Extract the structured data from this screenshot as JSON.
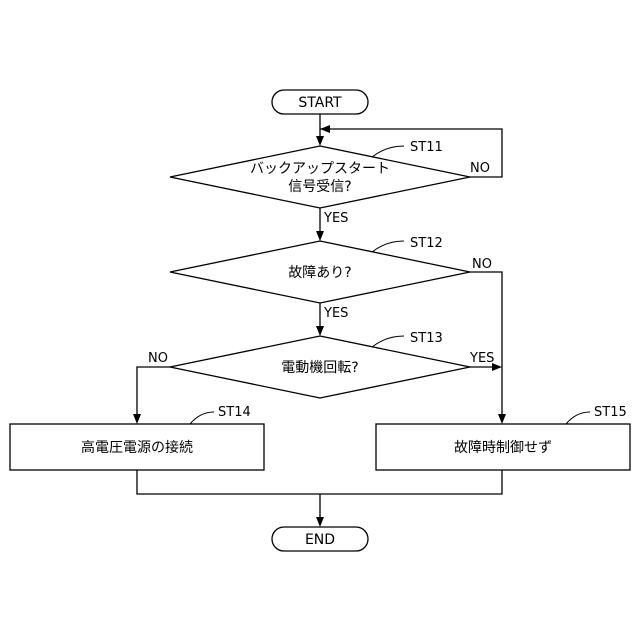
{
  "nodes": {
    "start": "START",
    "st11_line1": "バックアップスタート",
    "st11_line2": "信号受信?",
    "st12": "故障あり?",
    "st13": "電動機回転?",
    "st14": "高電圧電源の接続",
    "st15": "故障時制御せず",
    "end": "END"
  },
  "step_labels": {
    "st11": "ST11",
    "st12": "ST12",
    "st13": "ST13",
    "st14": "ST14",
    "st15": "ST15"
  },
  "edges": {
    "st11_yes": "YES",
    "st11_no": "NO",
    "st12_yes": "YES",
    "st12_no": "NO",
    "st13_yes": "YES",
    "st13_no": "NO"
  }
}
